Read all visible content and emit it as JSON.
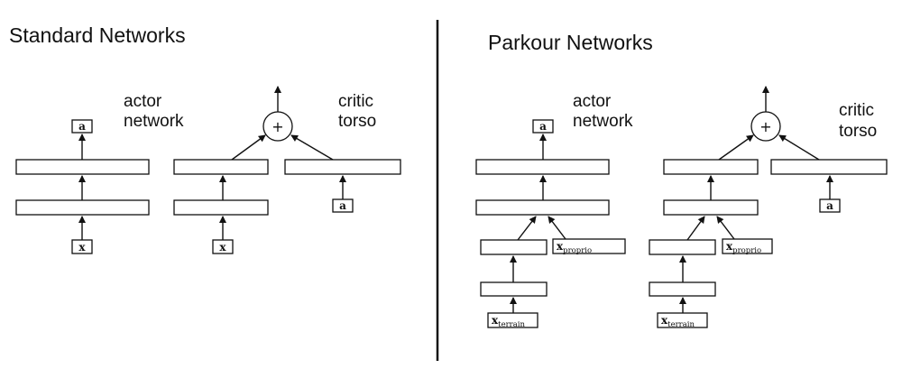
{
  "panels": {
    "standard": {
      "title": "Standard Networks",
      "actor_label_1": "actor",
      "actor_label_2": "network",
      "critic_label_1": "critic",
      "critic_label_2": "torso",
      "input_x": "x",
      "output_a": "a",
      "critic_input_x": "x",
      "critic_input_a": "a",
      "sum_symbol": "+"
    },
    "parkour": {
      "title": "Parkour Networks",
      "actor_label_1": "actor",
      "actor_label_2": "network",
      "critic_label_1": "critic",
      "critic_label_2": "torso",
      "output_a": "a",
      "x_base": "x",
      "sub_terrain": "terrain",
      "sub_proprio": "proprio",
      "critic_input_a": "a",
      "sum_symbol": "+"
    }
  }
}
